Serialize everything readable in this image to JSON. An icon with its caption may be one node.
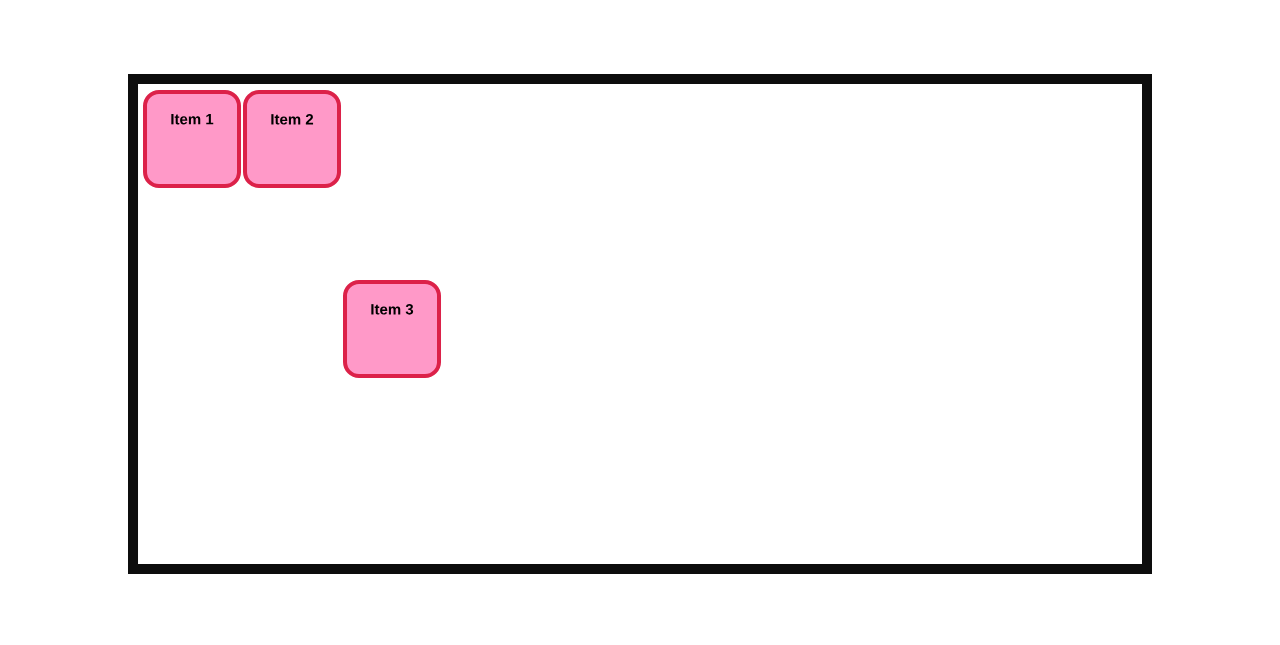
{
  "diagram": {
    "nodes": [
      {
        "text": [],
        "shape": "box"
      },
      {
        "text": [
          "Item 1"
        ],
        "in": 0
      },
      {
        "text": [
          "Item 2"
        ],
        "in": 0
      },
      {
        "text": [
          "Item 3"
        ],
        "in": 0
      }
    ]
  }
}
